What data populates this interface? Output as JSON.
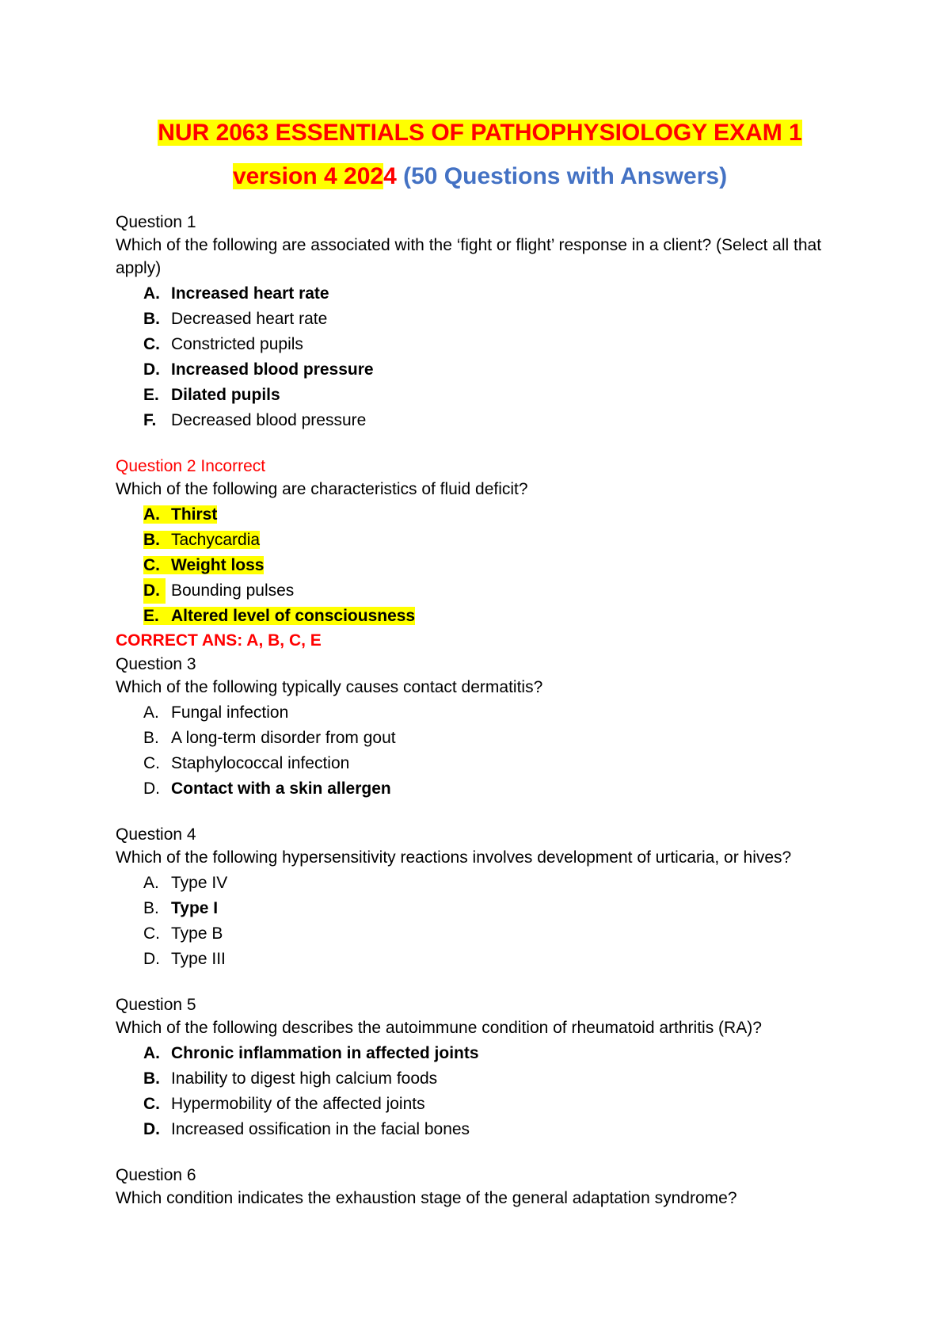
{
  "title": {
    "line1": "NUR 2063 ESSENTIALS OF PATHOPHYSIOLOGY EXAM 1",
    "line2_highlight_a": "version 4 202",
    "line2_highlight_b": "4",
    "line2_blue": " (50 Questions with Answers)"
  },
  "colors": {
    "highlight": "#ffff00",
    "red": "#ff0000",
    "blue": "#4472c4"
  },
  "questions": [
    {
      "label": "Question 1",
      "text": "Which of the following are associated with the ‘fight or flight’ response in a client? (Select all that apply)",
      "options": [
        {
          "letter": "A.",
          "text": "Increased heart rate"
        },
        {
          "letter": "B.",
          "text": "Decreased heart rate"
        },
        {
          "letter": "C.",
          "text": "Constricted pupils"
        },
        {
          "letter": "D.",
          "text": "Increased blood pressure"
        },
        {
          "letter": "E.",
          "text": "Dilated pupils"
        },
        {
          "letter": "F.",
          "text": "Decreased blood pressure"
        }
      ]
    },
    {
      "label": "Question 2 Incorrect",
      "text": "Which of the following are characteristics of fluid deficit?",
      "options": [
        {
          "letter": "A.",
          "text": "Thirst"
        },
        {
          "letter": "B.",
          "text": "Tachycardia"
        },
        {
          "letter": "C.",
          "text": "Weight loss"
        },
        {
          "letter": "D.",
          "text": "Bounding pulses"
        },
        {
          "letter": "E.",
          "text": "Altered level of consciousness"
        }
      ],
      "correct": "CORRECT ANS: A, B, C, E"
    },
    {
      "label": "Question 3",
      "text": "Which of the following typically causes contact dermatitis?",
      "options": [
        {
          "letter": "A.",
          "text": "Fungal infection"
        },
        {
          "letter": "B.",
          "text": "A long-term disorder from gout"
        },
        {
          "letter": "C.",
          "text": "Staphylococcal infection"
        },
        {
          "letter": "D.",
          "text": "Contact with a skin allergen"
        }
      ]
    },
    {
      "label": "Question 4",
      "text": "Which of the following hypersensitivity reactions involves development of urticaria, or hives?",
      "options": [
        {
          "letter": "A.",
          "text": "Type IV"
        },
        {
          "letter": "B.",
          "text": "Type I"
        },
        {
          "letter": "C.",
          "text": "Type B"
        },
        {
          "letter": "D.",
          "text": "Type III"
        }
      ]
    },
    {
      "label": "Question 5",
      "text": "Which of the following describes the autoimmune condition of rheumatoid arthritis (RA)?",
      "options": [
        {
          "letter": "A.",
          "text": "Chronic inflammation in affected joints"
        },
        {
          "letter": "B.",
          "text": "Inability to digest high calcium foods"
        },
        {
          "letter": "C.",
          "text": "Hypermobility of the affected joints"
        },
        {
          "letter": "D.",
          "text": "Increased ossification in the facial bones"
        }
      ]
    },
    {
      "label": "Question 6",
      "text": "Which condition indicates the exhaustion stage of the general adaptation syndrome?"
    }
  ]
}
